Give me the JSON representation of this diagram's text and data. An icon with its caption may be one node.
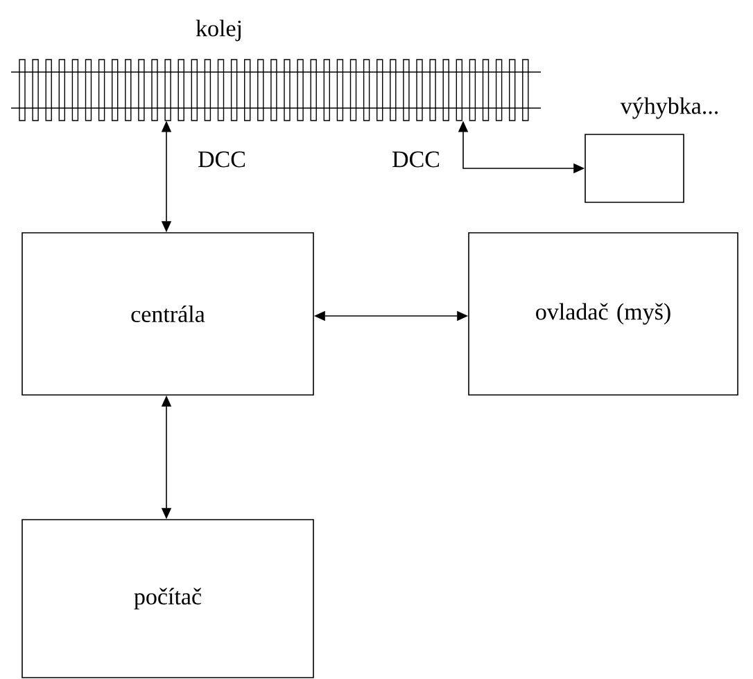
{
  "diagram": {
    "nodes": [
      {
        "text": [
          "kolej"
        ]
      },
      {
        "text": [
          "výhybka..."
        ]
      },
      {
        "text": [
          "centrála"
        ]
      },
      {
        "text": [
          "ovladač (myš)"
        ]
      },
      {
        "text": [
          "počítač"
        ]
      }
    ],
    "edges": [
      {
        "from": 0,
        "to": 2,
        "arrow": "both",
        "label": "DCC"
      },
      {
        "from": 0,
        "to": 1,
        "arrow": "both",
        "label": "DCC"
      },
      {
        "from": 2,
        "to": 3,
        "arrow": "both"
      },
      {
        "from": 2,
        "to": 4,
        "arrow": "both"
      }
    ]
  }
}
